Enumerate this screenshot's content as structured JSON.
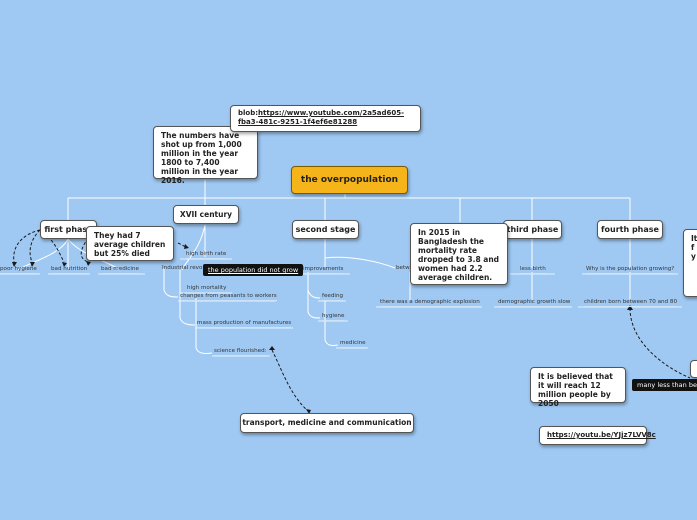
{
  "center": "the overpopulation",
  "branches": {
    "first_phase": "first phase",
    "second_stage": "second stage",
    "third_phase": "third phase",
    "fourth_phase": "fourth phase"
  },
  "notes": {
    "numbers": "The numbers have shot up from 1,000 million in the year 1800 to 7,400 million in the year 2016.",
    "xvii": "XVII century",
    "children": "They had 7 average children but 25% died",
    "bangladesh": "In 2015 in Bangladesh the mortality rate dropped to 3.8 and women had 2.2 average children.",
    "believed": "It is believed that it will reach 12 million people by 2050",
    "transport": "transport, medicine and communication",
    "edge_right_text": "It y c f S y y"
  },
  "links": {
    "blob_prefix": "blob:",
    "blob_url": "https://www.youtube.com/2a5ad605-fba3-481c-9251-1f4ef6e81288",
    "youtu": "https://youtu.be/YJjz7LVV8c"
  },
  "labels": {
    "poor_hygiene": "poor hygiene",
    "bad_nutrition": "bad nutrition",
    "bad_medicine": "bad medicine",
    "high_birth_rate": "high birth rate",
    "industrial_rev": "Industrial revo",
    "high_mortality": "high mortality",
    "changes_from_peasants": "changes from peasants to workers",
    "mass_production": "mass production of manufactures",
    "science": "science flourished:",
    "improvements": "improvements",
    "feeding": "feeding",
    "hygiene": "hygiene",
    "medicine": "medicine",
    "betw": "betw",
    "demographic_explosion": "there was a demographic explosion",
    "less_birth": "less birth",
    "demographic_growth_slow": "demographic growth slow",
    "why_growing": "Why is the population growing?",
    "children_born": "children born between 70 and 80"
  },
  "tooltips": {
    "did_not_grow": "the population did not grow",
    "many_less": "many less than be"
  }
}
